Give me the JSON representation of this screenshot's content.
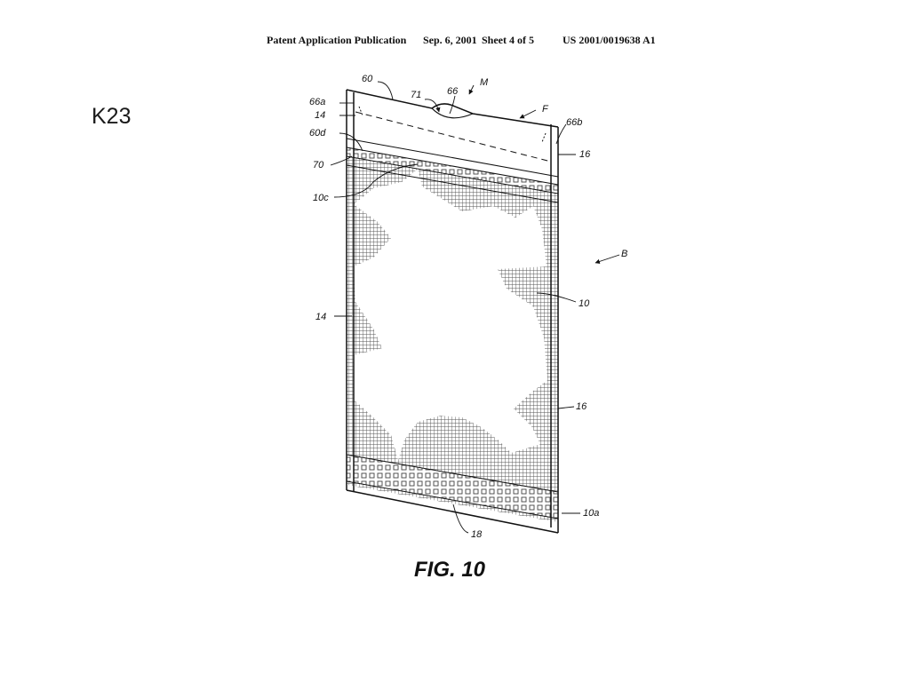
{
  "header": {
    "publication": "Patent Application Publication",
    "date": "Sep. 6, 2001",
    "sheet": "Sheet 4 of 5",
    "number": "US 2001/0019638 A1"
  },
  "slide_label": "K23",
  "figure": {
    "caption": "FIG. 10",
    "refs": {
      "r60": "60",
      "r71": "71",
      "r66": "66",
      "rM": "M",
      "rF": "F",
      "r66a": "66a",
      "r14a": "14",
      "r60d": "60d",
      "r66b": "66b",
      "r70": "70",
      "r16a": "16",
      "r10c": "10c",
      "rB": "B",
      "r14b": "14",
      "r10": "10",
      "r16b": "16",
      "r10a": "10a",
      "r18": "18"
    }
  },
  "colors": {
    "ink": "#111111",
    "hatch": "#555555",
    "background": "#ffffff"
  }
}
